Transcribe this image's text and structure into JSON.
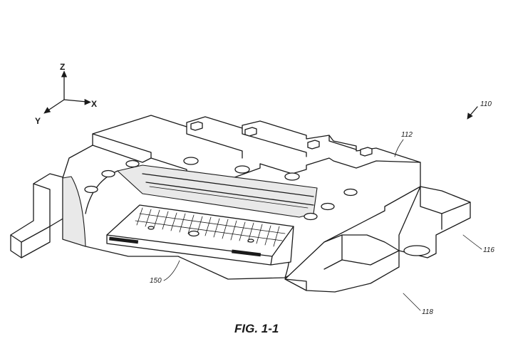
{
  "axes": {
    "z": "Z",
    "x": "X",
    "y": "Y"
  },
  "references": {
    "r110": "110",
    "r112": "112",
    "r116": "116",
    "r118": "118",
    "r150": "150"
  },
  "caption": "FIG. 1-1"
}
